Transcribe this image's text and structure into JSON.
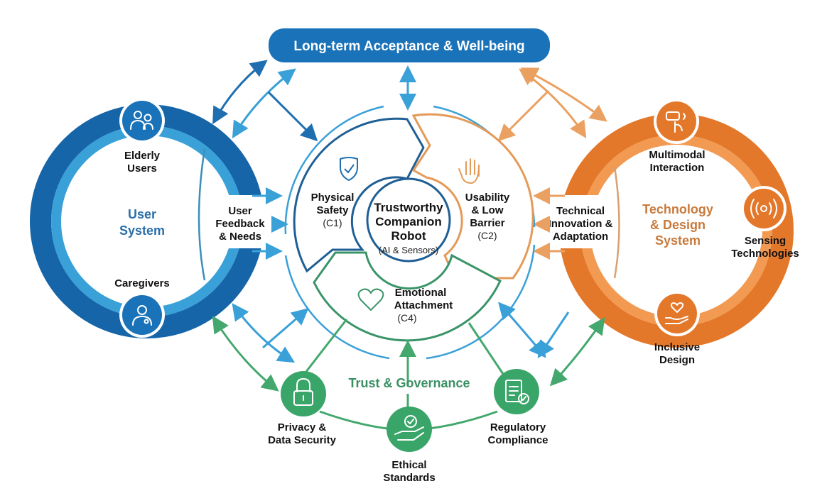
{
  "title": "Long-term Acceptance & Well-being",
  "colors": {
    "blue_dark": "#1565a8",
    "blue_mid": "#1f7fc6",
    "blue_light": "#3aa0d8",
    "orange_dark": "#e4782a",
    "orange_light": "#f29a52",
    "green": "#3aa569",
    "green_text": "#3a8f63",
    "user_system_text": "#2a6fa8",
    "tech_system_text": "#c87a3c"
  },
  "user_system": {
    "title_line1": "User",
    "title_line2": "System",
    "nodes": [
      {
        "label_line1": "Elderly",
        "label_line2": "Users",
        "icon": "users-icon"
      },
      {
        "label_line1": "Caregivers",
        "label_line2": "",
        "icon": "caregiver-icon"
      }
    ],
    "output": {
      "line1": "User",
      "line2": "Feedback",
      "line3": "& Needs"
    }
  },
  "tech_system": {
    "title_line1": "Technology",
    "title_line2": "& Design",
    "title_line3": "System",
    "nodes": [
      {
        "label_line1": "Multimodal",
        "label_line2": "Interaction",
        "icon": "touch-interaction-icon"
      },
      {
        "label_line1": "Sensing",
        "label_line2": "Technologies",
        "icon": "sensor-icon"
      },
      {
        "label_line1": "Inclusive",
        "label_line2": "Design",
        "icon": "heart-hand-icon"
      }
    ],
    "output": {
      "line1": "Technical",
      "line2": "Innovation &",
      "line3": "Adaptation"
    }
  },
  "core": {
    "center_line1": "Trustworthy",
    "center_line2": "Companion",
    "center_line3": "Robot",
    "center_sub": "(AI & Sensors)",
    "segments": [
      {
        "id": "C1",
        "line1": "Physical",
        "line2": "Safety",
        "code": "(C1)",
        "icon": "shield-check-icon"
      },
      {
        "id": "C2",
        "line1": "Usability",
        "line2": "& Low",
        "line3": "Barrier",
        "code": "(C2)",
        "icon": "hand-icon"
      },
      {
        "id": "C4",
        "line1": "Emotional",
        "line2": "Attachment",
        "code": "(C4)",
        "icon": "heart-icon"
      }
    ]
  },
  "governance": {
    "title": "Trust & Governance",
    "nodes": [
      {
        "label_line1": "Privacy &",
        "label_line2": "Data Security",
        "icon": "lock-icon"
      },
      {
        "label_line1": "Ethical",
        "label_line2": "Standards",
        "icon": "ethics-hand-icon"
      },
      {
        "label_line1": "Regulatory",
        "label_line2": "Compliance",
        "icon": "clipboard-check-icon"
      }
    ]
  }
}
